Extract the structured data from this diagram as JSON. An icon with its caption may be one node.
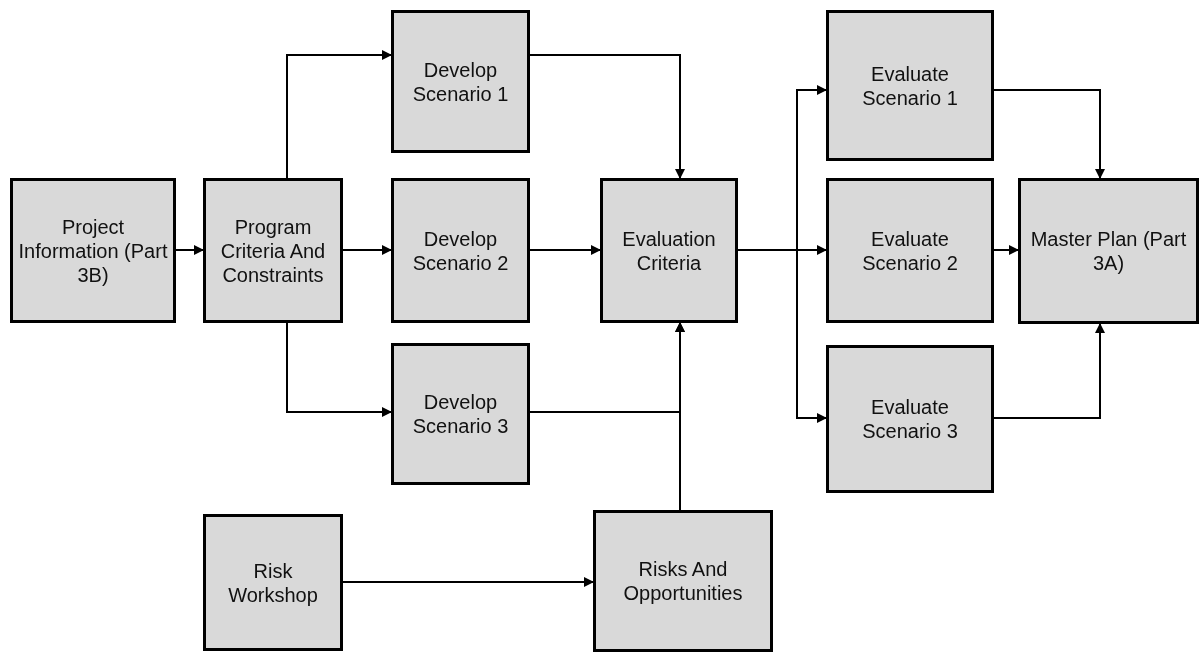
{
  "diagram": {
    "nodes": [
      {
        "text": [
          "Project Information (Part 3B)"
        ]
      },
      {
        "text": [
          "Program Criteria And Constraints"
        ]
      },
      {
        "text": [
          "Develop Scenario 1"
        ]
      },
      {
        "text": [
          "Develop Scenario 2"
        ]
      },
      {
        "text": [
          "Develop Scenario 3"
        ]
      },
      {
        "text": [
          "Evaluation Criteria"
        ]
      },
      {
        "text": [
          "Evaluate Scenario 1"
        ]
      },
      {
        "text": [
          "Evaluate Scenario 2"
        ]
      },
      {
        "text": [
          "Evaluate Scenario 3"
        ]
      },
      {
        "text": [
          "Master Plan (Part 3A)"
        ]
      },
      {
        "text": [
          "Risk Workshop"
        ]
      },
      {
        "text": [
          "Risks And Opportunities"
        ]
      }
    ],
    "edges": [
      {
        "from": 0,
        "to": 1,
        "arrow": "to"
      },
      {
        "from": 1,
        "to": 2,
        "arrow": "to"
      },
      {
        "from": 1,
        "to": 3,
        "arrow": "to"
      },
      {
        "from": 1,
        "to": 4,
        "arrow": "to"
      },
      {
        "from": 2,
        "to": 5,
        "arrow": "to"
      },
      {
        "from": 3,
        "to": 5,
        "arrow": "to"
      },
      {
        "from": 4,
        "to": 5,
        "arrow": "to"
      },
      {
        "from": 10,
        "to": 11,
        "arrow": "to"
      },
      {
        "from": 11,
        "to": 5,
        "arrow": "to"
      },
      {
        "from": 5,
        "to": 6,
        "arrow": "to"
      },
      {
        "from": 5,
        "to": 7,
        "arrow": "to"
      },
      {
        "from": 5,
        "to": 8,
        "arrow": "to"
      },
      {
        "from": 6,
        "to": 9,
        "arrow": "to"
      },
      {
        "from": 7,
        "to": 9,
        "arrow": "to"
      },
      {
        "from": 8,
        "to": 9,
        "arrow": "to"
      }
    ]
  }
}
